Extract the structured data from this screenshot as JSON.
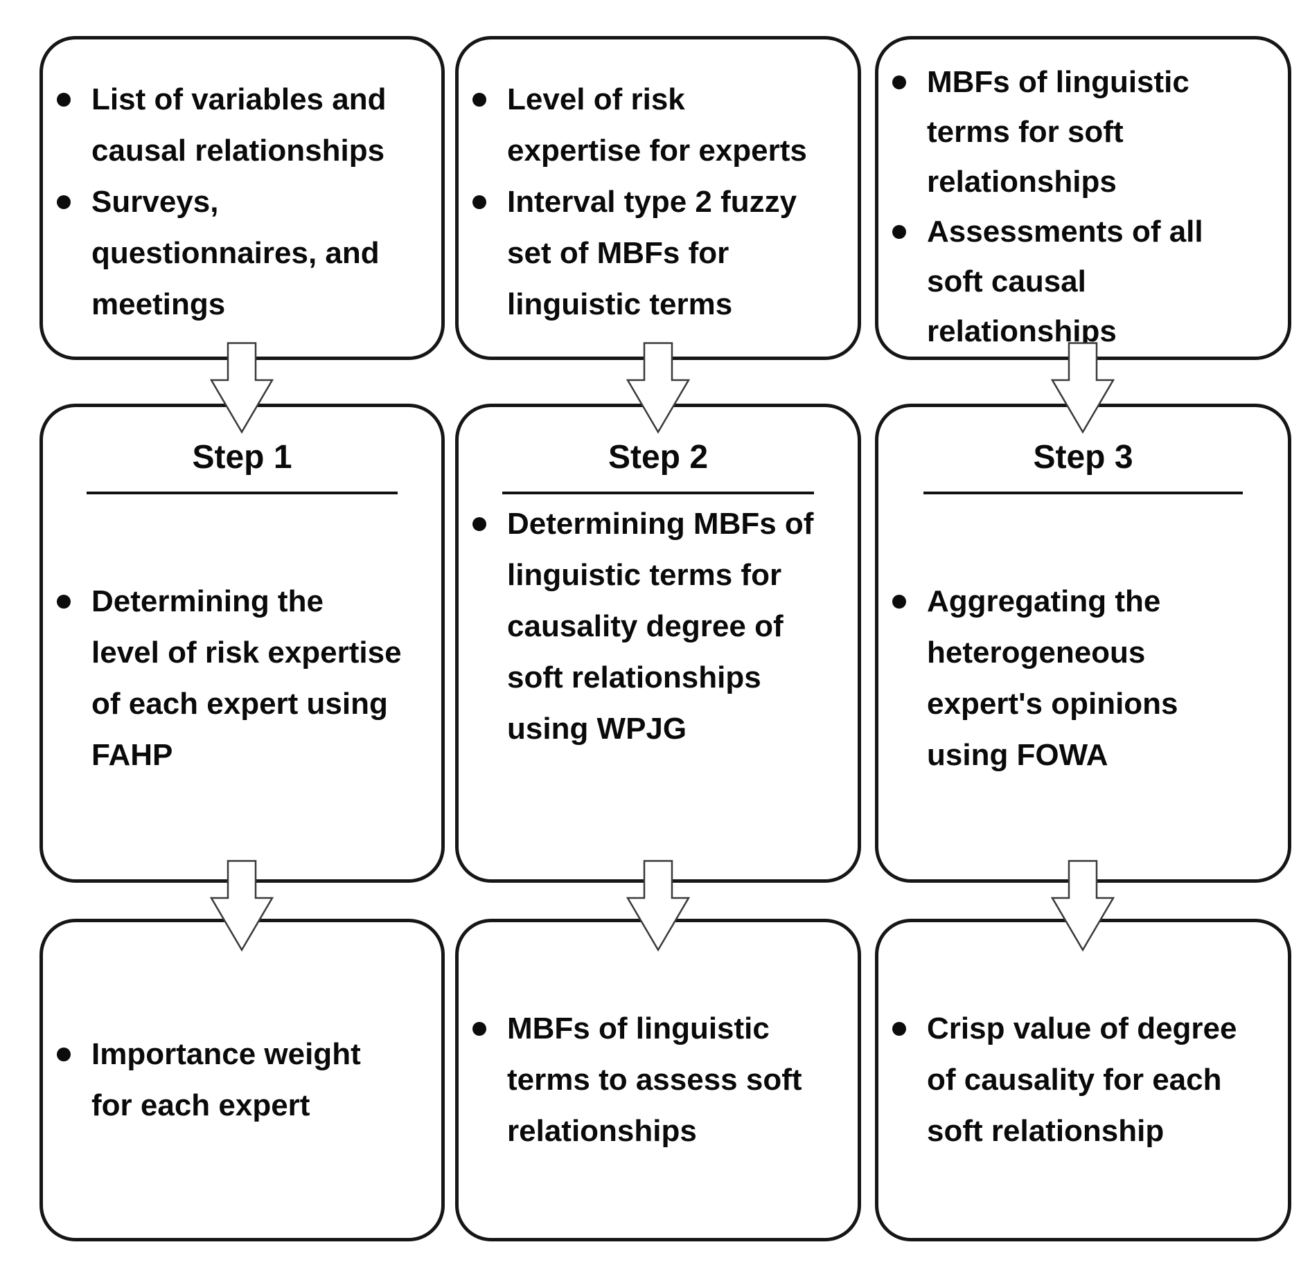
{
  "figure": {
    "background": "#ffffff",
    "border_color": "#161616",
    "text_color": "#0a0a0a"
  },
  "columns": [
    {
      "input_box": {
        "bullets": [
          "List of variables and\ncausal relationships",
          "Surveys,\nquestionnaires, and\nmeetings"
        ]
      },
      "step_box": {
        "title": "Step 1",
        "bullets": [
          "Determining the\nlevel of risk expertise\nof each expert using\nFAHP"
        ]
      },
      "output_box": {
        "bullets": [
          "Importance weight\nfor each expert"
        ]
      }
    },
    {
      "input_box": {
        "bullets": [
          "Level of risk\nexpertise for experts",
          "Interval type 2 fuzzy\nset of MBFs for\nlinguistic terms"
        ]
      },
      "step_box": {
        "title": "Step 2",
        "bullets": [
          "Determining MBFs of\nlinguistic terms for\ncausality degree of\nsoft relationships\nusing WPJG"
        ]
      },
      "output_box": {
        "bullets": [
          "MBFs of linguistic\nterms to assess soft\nrelationships"
        ]
      }
    },
    {
      "input_box": {
        "bullets": [
          "MBFs of linguistic\nterms for soft\nrelationships",
          "Assessments of all\nsoft causal\nrelationships"
        ]
      },
      "step_box": {
        "title": "Step 3",
        "bullets": [
          "Aggregating the\nheterogeneous\nexpert's opinions\nusing FOWA"
        ]
      },
      "output_box": {
        "bullets": [
          "Crisp value of degree\nof causality for each\nsoft relationship"
        ]
      }
    }
  ]
}
